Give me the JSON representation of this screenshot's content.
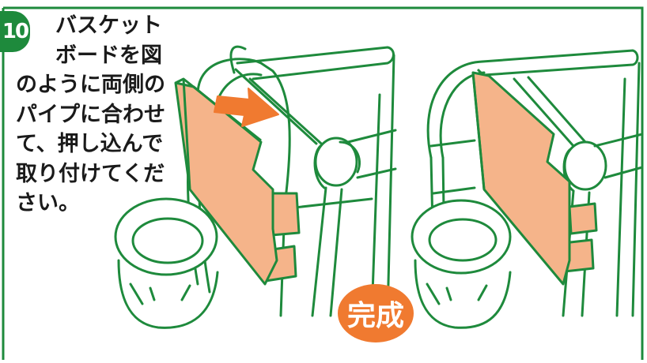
{
  "step": {
    "number": "10"
  },
  "instruction": {
    "lines": [
      "バスケット",
      "ボードを図",
      "のように両側の",
      "パイプに合わせ",
      "て、押し込んで",
      "取り付けてくだ",
      "さい。"
    ]
  },
  "complete_label": "完成",
  "colors": {
    "frame_green": "#1e8a3c",
    "board_fill": "#f5b48a",
    "arrow_orange": "#f07a30",
    "badge_orange": "#f07a30",
    "line": "#1e8a3c"
  },
  "icons": [
    "arrow-right-icon"
  ]
}
